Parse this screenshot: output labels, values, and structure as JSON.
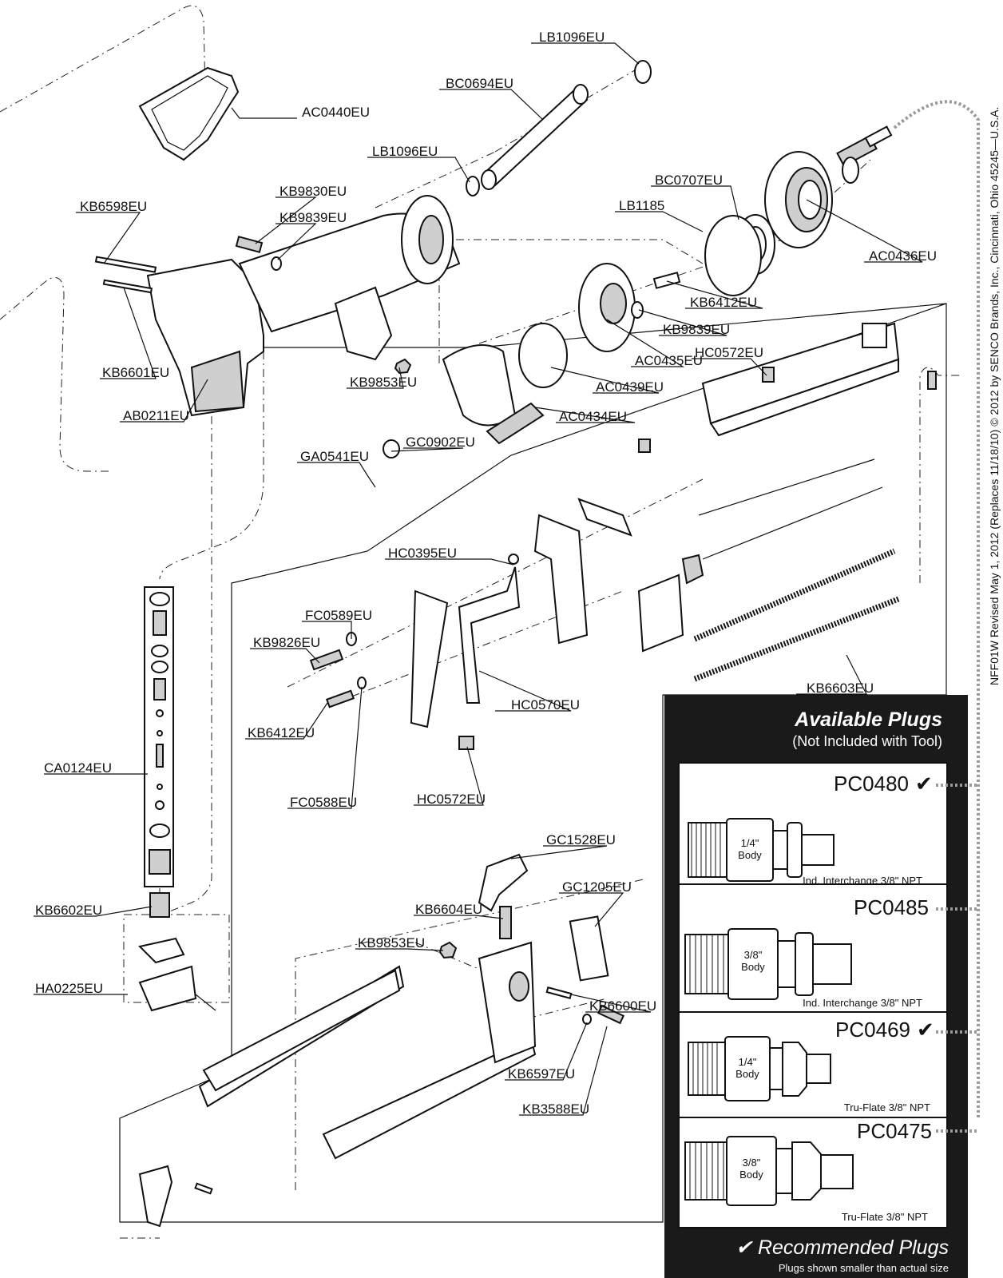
{
  "part_labels": [
    "LB1096EU",
    "BC0694EU",
    "AC0440EU",
    "LB1096EU",
    "BC0707EU",
    "LB1185",
    "AC0436EU",
    "KB9830EU",
    "KB9839EU",
    "KB6598EU",
    "KB6412EU",
    "KB9839EU",
    "AC0435EU",
    "KB6601EU",
    "KB9853EU",
    "AC0439EU",
    "HC0572EU",
    "AC0434EU",
    "AB0211EU",
    "GC0902EU",
    "GA0541EU",
    "HC0395EU",
    "FC0589EU",
    "KB9826EU",
    "HC0570EU",
    "KB6603EU",
    "KB6412EU",
    "CA0124EU",
    "FC0588EU",
    "HC0572EU",
    "GC1528EU",
    "GC1205EU",
    "KB6602EU",
    "KB6604EU",
    "KB9853EU",
    "HA0225EU",
    "KB6600EU",
    "KB6597EU",
    "KB3588EU"
  ],
  "plugs_panel": {
    "title": "Available Plugs",
    "subtitle": "(Not Included with Tool)",
    "plugs": [
      {
        "code": "PC0480",
        "recommended_mark": "✔",
        "body": [
          "1/4\"",
          "Body"
        ],
        "description": "Ind. Interchange 3/8\" NPT"
      },
      {
        "code": "PC0485",
        "recommended_mark": "",
        "body": [
          "3/8\"",
          "Body"
        ],
        "description": "Ind. Interchange 3/8\" NPT"
      },
      {
        "code": "PC0469",
        "recommended_mark": "✔",
        "body": [
          "1/4\"",
          "Body"
        ],
        "description": "Tru-Flate 3/8\" NPT"
      },
      {
        "code": "PC0475",
        "recommended_mark": "",
        "body": [
          "3/8\"",
          "Body"
        ],
        "description": "Tru-Flate 3/8\" NPT"
      }
    ],
    "recommended_label": "✔ Recommended Plugs",
    "note": "Plugs shown smaller than actual size"
  },
  "side_text": "NFF01W Revised May 1, 2012 (Replaces 11/18/10) © 2012 by SENCO Brands, Inc., Cincinnati, Ohio 45245—U.S.A.",
  "colors": {
    "panel": "#1a1a1a",
    "ink": "#111111",
    "shade": "#cfcfcf"
  }
}
